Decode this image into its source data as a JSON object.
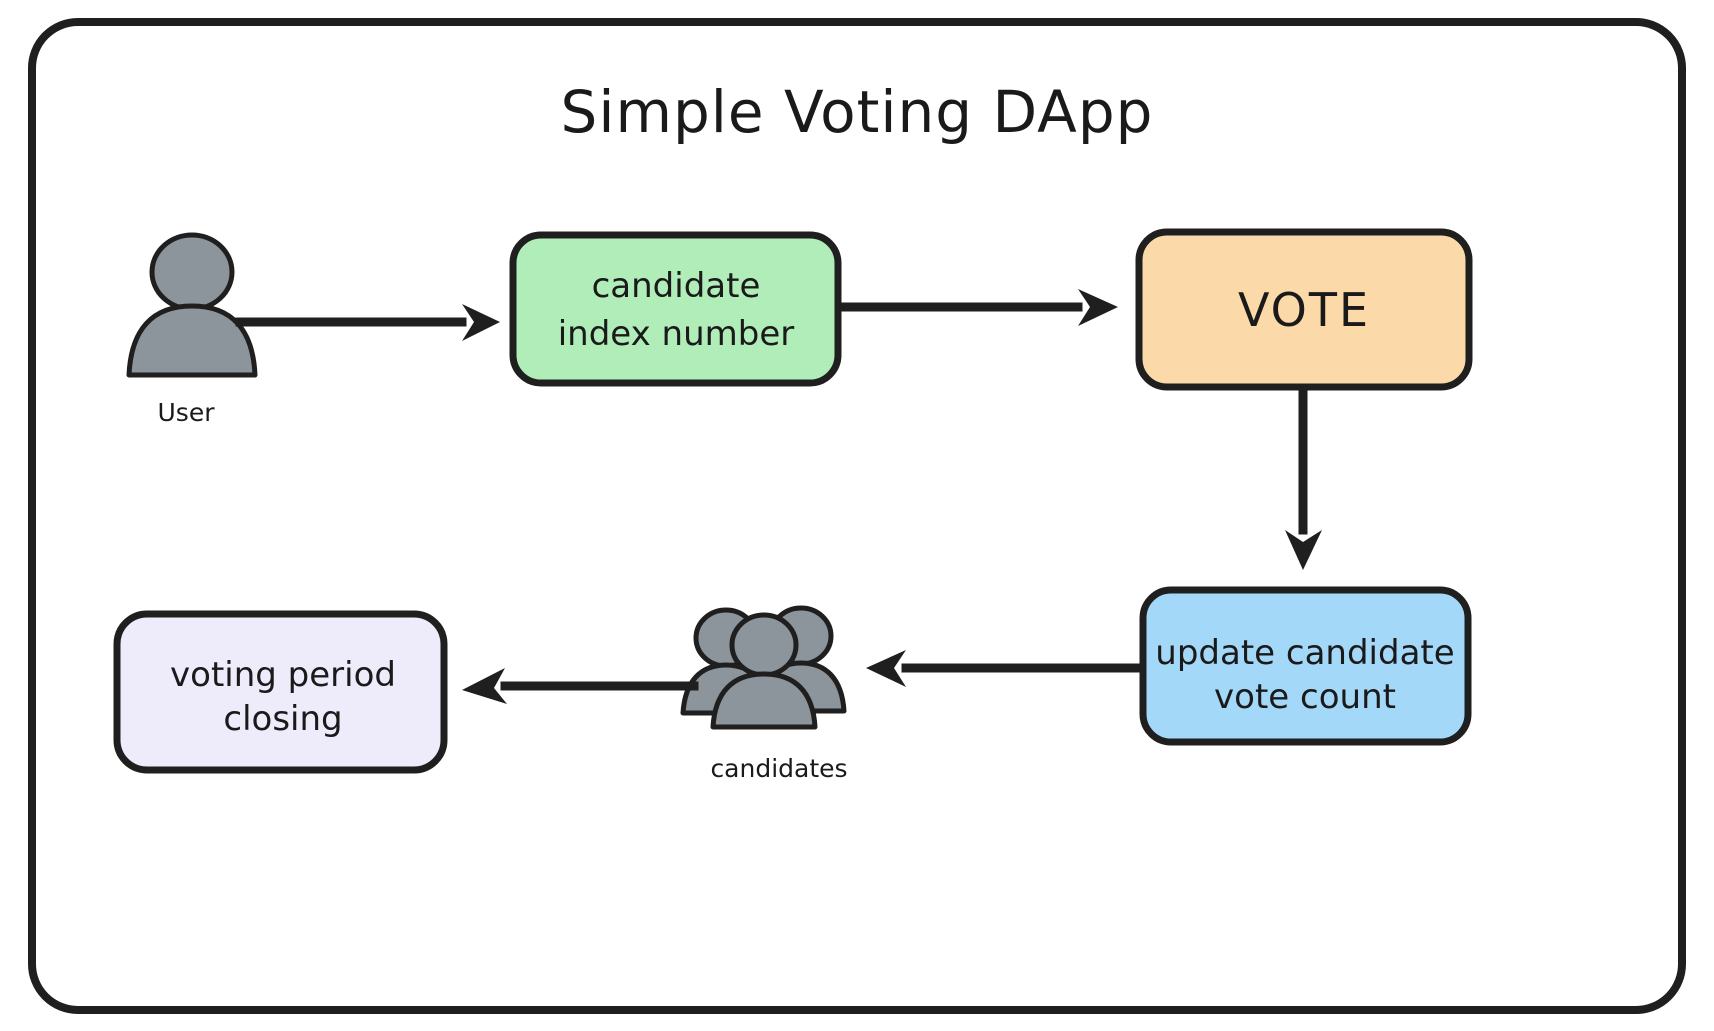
{
  "diagram": {
    "title": "Simple Voting DApp",
    "background_color": "#ffffff",
    "frame_color": "#1f1f1f",
    "nodes": [
      {
        "id": "user",
        "type": "actor-icon",
        "label": "User",
        "icon": "single-person-icon",
        "fill": "#8c949c"
      },
      {
        "id": "candidate-index",
        "type": "process-box",
        "label_line1": "candidate",
        "label_line2": "index number",
        "fill": "#b0edb9",
        "stroke": "#1f1f1f"
      },
      {
        "id": "vote",
        "type": "process-box",
        "label_line1": "VOTE",
        "fill": "#fbd9a8",
        "stroke": "#1f1f1f"
      },
      {
        "id": "update-vote-count",
        "type": "process-box",
        "label_line1": "update candidate",
        "label_line2": "vote count",
        "fill": "#a3d8f9",
        "stroke": "#1f1f1f"
      },
      {
        "id": "candidates",
        "type": "actor-icon",
        "label": "candidates",
        "icon": "group-of-people-icon",
        "fill": "#8c949c"
      },
      {
        "id": "voting-period-closing",
        "type": "process-box",
        "label_line1": "voting period",
        "label_line2": "closing",
        "fill": "#eeebfb",
        "stroke": "#1f1f1f"
      }
    ],
    "edges": [
      {
        "id": "edge-user-to-candidate-index",
        "from": "user",
        "to": "candidate-index",
        "direction": "right"
      },
      {
        "id": "edge-candidate-index-to-vote",
        "from": "candidate-index",
        "to": "vote",
        "direction": "right"
      },
      {
        "id": "edge-vote-to-update-count",
        "from": "vote",
        "to": "update-vote-count",
        "direction": "down"
      },
      {
        "id": "edge-update-count-to-candidates",
        "from": "update-vote-count",
        "to": "candidates",
        "direction": "left"
      },
      {
        "id": "edge-candidates-to-voting-period-closing",
        "from": "candidates",
        "to": "voting-period-closing",
        "direction": "left"
      }
    ]
  }
}
